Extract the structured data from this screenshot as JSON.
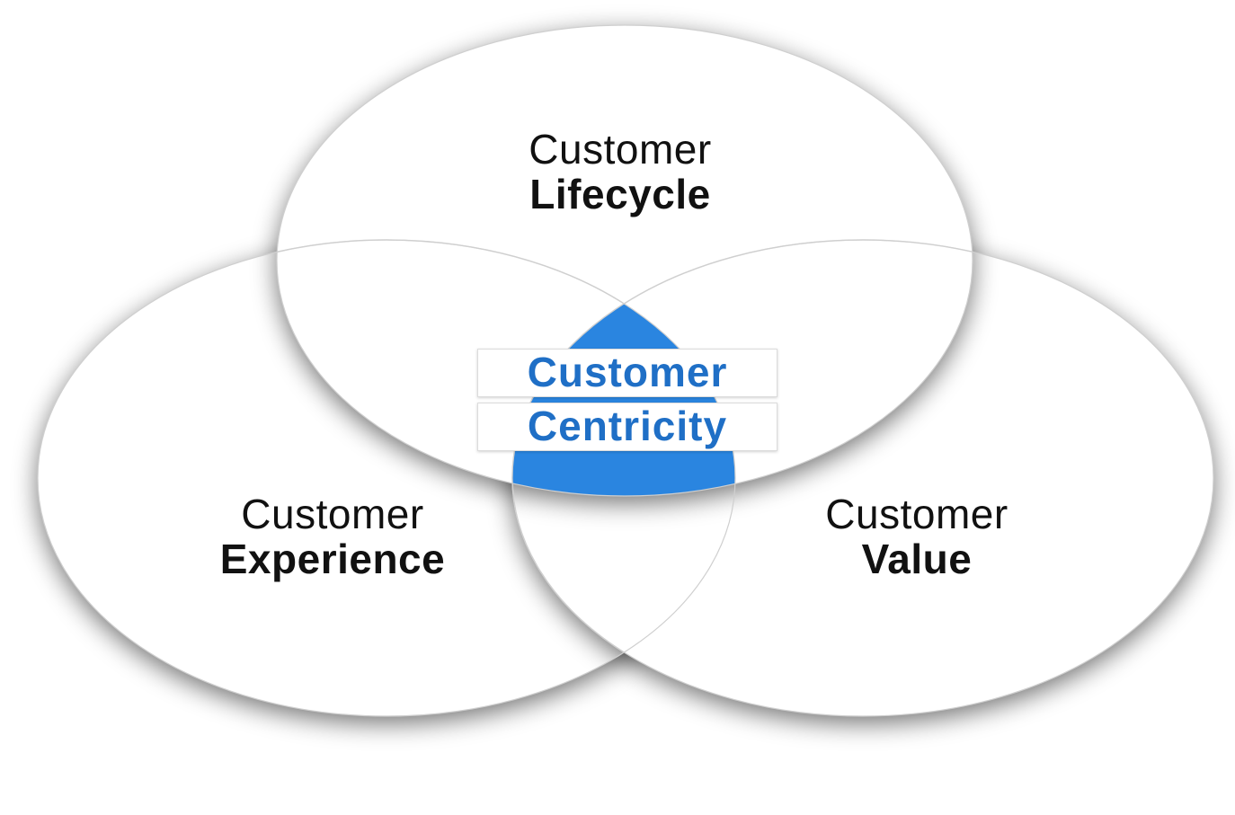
{
  "diagram": {
    "type": "venn",
    "colors": {
      "circle_fill": "#ffffff",
      "circle_shadow": "#7a7a7a",
      "center_fill": "#2a85e0",
      "center_text": "#1f6fc6",
      "label_text": "#111111"
    },
    "circles": [
      {
        "name": "lifecycle",
        "regular": "Customer",
        "bold": "Lifecycle"
      },
      {
        "name": "experience",
        "regular": "Customer",
        "bold": "Experience"
      },
      {
        "name": "value",
        "regular": "Customer",
        "bold": "Value"
      }
    ],
    "center": {
      "line1": "Customer",
      "line2": "Centricity"
    }
  }
}
